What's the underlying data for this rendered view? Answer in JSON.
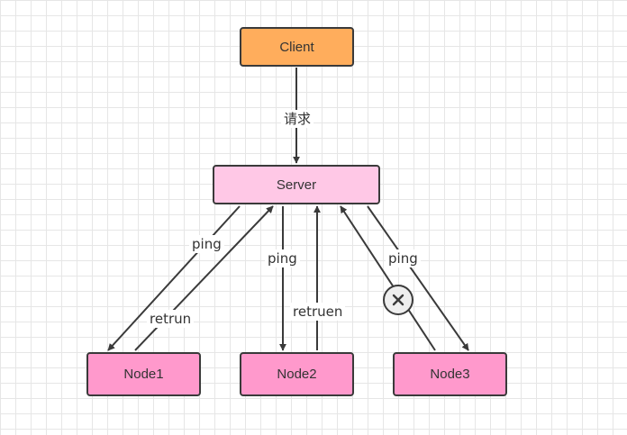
{
  "nodes": {
    "client": "Client",
    "server": "Server",
    "node1": "Node1",
    "node2": "Node2",
    "node3": "Node3"
  },
  "edges": {
    "client_server": "请求",
    "server_node1": "ping",
    "node1_server": "retrun",
    "server_node2": "ping",
    "node2_server": "retruen",
    "server_node3": "ping"
  },
  "icons": {
    "failure": "close-icon"
  },
  "colors": {
    "client": "#ffad5c",
    "server": "#ffc8e6",
    "nodes": "#ff99cc",
    "border": "#3a3a3a"
  }
}
